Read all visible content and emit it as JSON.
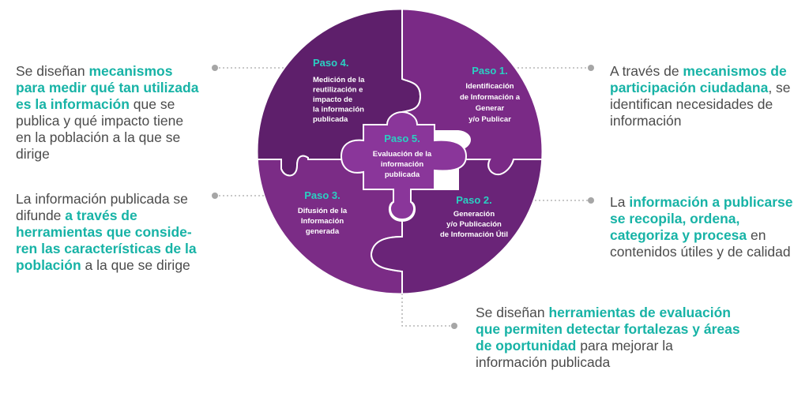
{
  "colors": {
    "piece1": "#7a2a86",
    "piece2": "#6a2478",
    "piece3": "#7b2c86",
    "piece4": "#5e1f6b",
    "piece5": "#8a369a",
    "accent": "#17b3a6",
    "step_title": "#2ad0c2",
    "text": "#4b4b4b",
    "connector": "#a6a6a6"
  },
  "steps": [
    {
      "title": "Paso 1.",
      "lines": [
        "Identificación",
        "de Información a",
        "Generar",
        "y/o Publicar"
      ]
    },
    {
      "title": "Paso 2.",
      "lines": [
        "Generación",
        "y/o Publicación",
        "de Información Útil"
      ]
    },
    {
      "title": "Paso 3.",
      "lines": [
        "Difusión de la",
        "Información",
        "generada"
      ]
    },
    {
      "title": "Paso 4.",
      "lines": [
        "Medición de la",
        "reutilización e",
        "impacto de",
        "la información",
        "publicada"
      ]
    },
    {
      "title": "Paso 5.",
      "lines": [
        "Evaluación de la",
        "información",
        "publicada"
      ]
    }
  ],
  "descriptions": {
    "top_left": [
      {
        "t": "Se diseñan "
      },
      {
        "t": "mecanismos para medir qué tan utilizada es la información",
        "hl": true
      },
      {
        "t": " que se publica y qué impacto tiene en la población a la que se dirige"
      }
    ],
    "middle_left": [
      {
        "t": "La información publicada se difunde "
      },
      {
        "t": "a través de herramientas que conside-ren las características de la población",
        "hl": true
      },
      {
        "t": " a la que se dirige"
      }
    ],
    "top_right": [
      {
        "t": "A través de "
      },
      {
        "t": "mecanismos de participación ciudadana",
        "hl": true
      },
      {
        "t": ", se identifican necesidades de información"
      }
    ],
    "middle_right": [
      {
        "t": "La "
      },
      {
        "t": "información a publicarse se recopila, ordena, categoriza y procesa",
        "hl": true
      },
      {
        "t": " en contenidos útiles y de calidad"
      }
    ],
    "bottom": [
      {
        "t": "Se diseñan "
      },
      {
        "t": "herramientas de evaluación que permiten detectar fortalezas y áreas de oportunidad",
        "hl": true
      },
      {
        "t": " para mejorar la información publicada"
      }
    ]
  }
}
